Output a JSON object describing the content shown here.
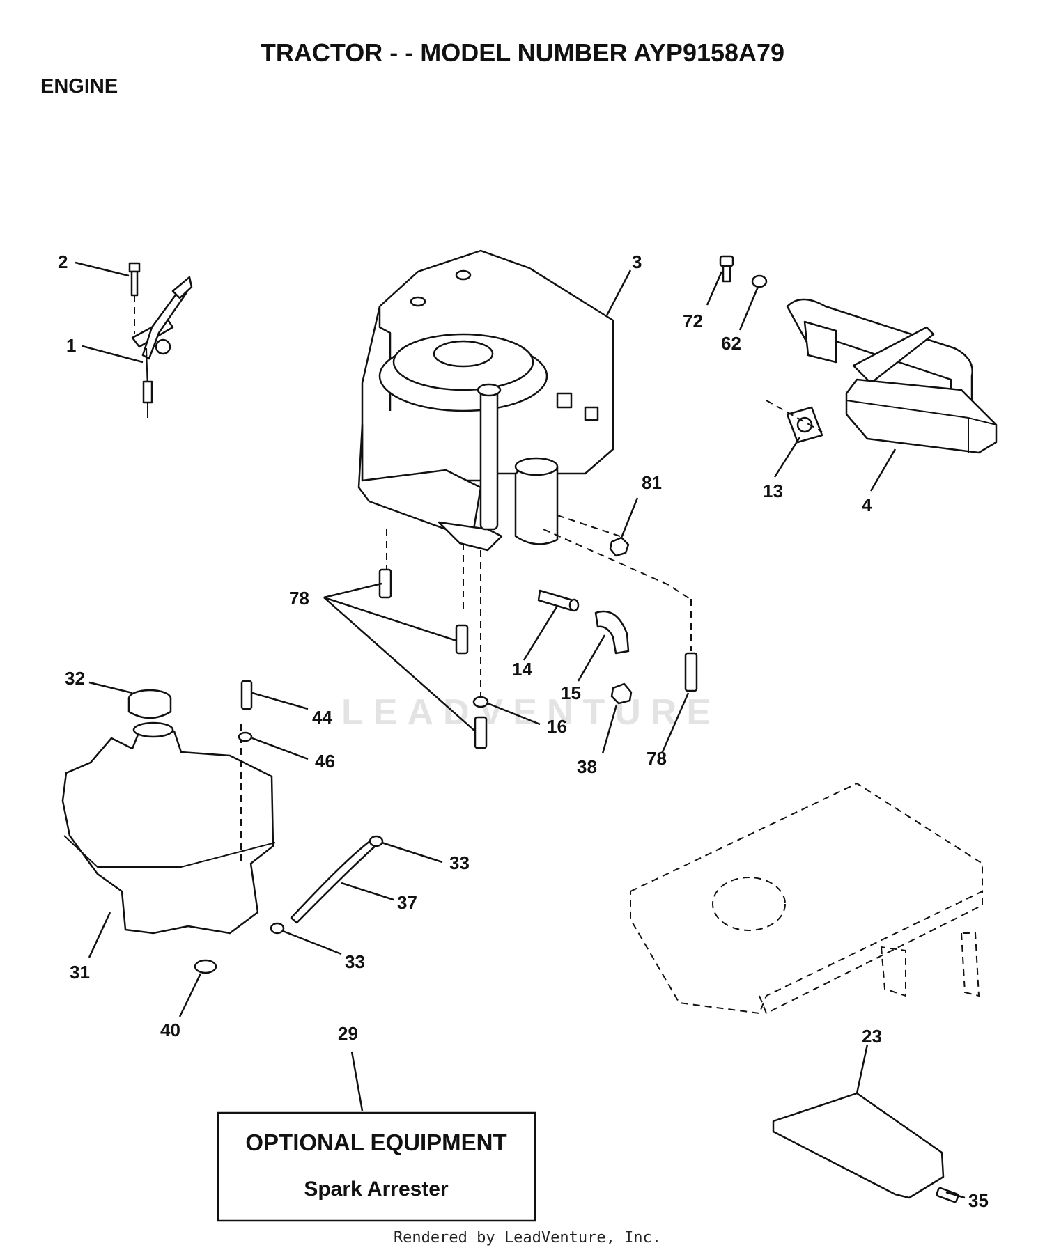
{
  "title": "TRACTOR - - MODEL NUMBER AYP9158A79",
  "section": "ENGINE",
  "optional_box": {
    "heading": "OPTIONAL EQUIPMENT",
    "item": "Spark Arrester"
  },
  "footer": "Rendered by LeadVenture, Inc.",
  "watermark": "LEADVENTURE",
  "callouts": {
    "c1": "1",
    "c2": "2",
    "c3": "3",
    "c4": "4",
    "c13": "13",
    "c14": "14",
    "c15": "15",
    "c16": "16",
    "c23": "23",
    "c29": "29",
    "c31": "31",
    "c32": "32",
    "c33a": "33",
    "c33b": "33",
    "c35": "35",
    "c37": "37",
    "c38": "38",
    "c40": "40",
    "c44": "44",
    "c46": "46",
    "c62": "62",
    "c72": "72",
    "c78a": "78",
    "c78b": "78",
    "c81": "81"
  }
}
